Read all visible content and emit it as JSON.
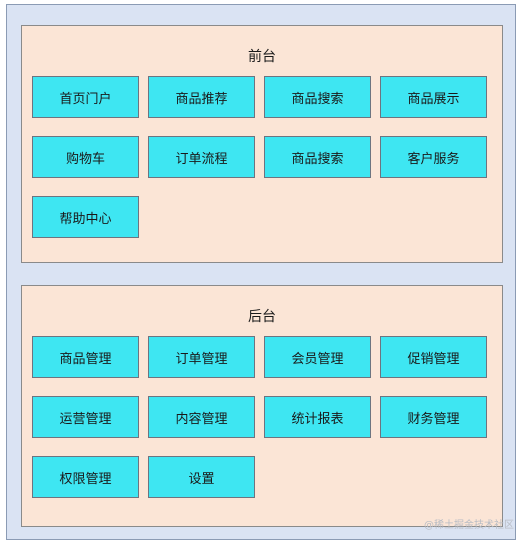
{
  "frontend": {
    "title": "前台",
    "modules": [
      "首页门户",
      "商品推荐",
      "商品搜索",
      "商品展示",
      "购物车",
      "订单流程",
      "商品搜索",
      "客户服务",
      "帮助中心"
    ]
  },
  "backend": {
    "title": "后台",
    "modules": [
      "商品管理",
      "订单管理",
      "会员管理",
      "促销管理",
      "运营管理",
      "内容管理",
      "统计报表",
      "财务管理",
      "权限管理",
      "设置"
    ]
  },
  "watermark": "@稀土掘金技术社区",
  "colors": {
    "outer_bg": "#dae3f3",
    "panel_bg": "#fbe5d6",
    "module_bg": "#3ee6f2"
  }
}
